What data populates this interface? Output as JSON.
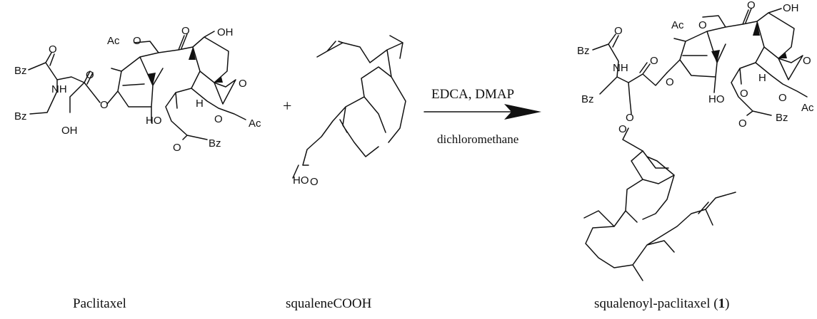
{
  "reaction": {
    "reactant1": {
      "caption": "Paclitaxel",
      "atom_labels": [
        "Ac",
        "O",
        "O",
        "OH",
        "Bz",
        "O",
        "NH",
        "O",
        "O",
        "Bz",
        "OH",
        "HO",
        "H",
        "O",
        "O",
        "Ac",
        "O",
        "Bz"
      ]
    },
    "plus": "+",
    "reactant2": {
      "caption": "squaleneCOOH",
      "atom_labels": [
        "HO",
        "O"
      ]
    },
    "arrow": {
      "reagents": "EDCA, DMAP",
      "solvent": "dichloromethane"
    },
    "product": {
      "caption_text": "squalenoyl-paclitaxel (",
      "caption_number": "1",
      "caption_close": ")",
      "atom_labels": [
        "Ac",
        "O",
        "O",
        "OH",
        "Bz",
        "O",
        "NH",
        "O",
        "Bz",
        "O",
        "O",
        "O",
        "HO",
        "H",
        "O",
        "O",
        "Ac",
        "O",
        "Bz",
        "O"
      ]
    },
    "colors": {
      "ink": "#111111",
      "background": "#ffffff"
    }
  }
}
